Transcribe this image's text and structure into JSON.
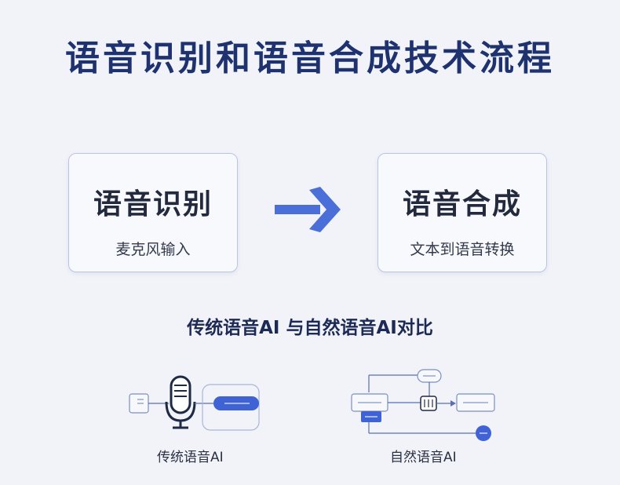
{
  "title": "语音识别和语音合成技术流程",
  "asr": {
    "title": "语音识别",
    "subtitle": "麦克风输入"
  },
  "tts": {
    "title": "语音合成",
    "subtitle": "文本到语音转换"
  },
  "comparison_title": "传统语音AI 与自然语音AI对比",
  "traditional": {
    "label": "传统语音AI"
  },
  "natural": {
    "label": "自然语音AI"
  },
  "colors": {
    "title": "#1f3270",
    "arrow": "#4a6fd8",
    "accent": "#3f63d4",
    "border": "#b9c6e3"
  }
}
